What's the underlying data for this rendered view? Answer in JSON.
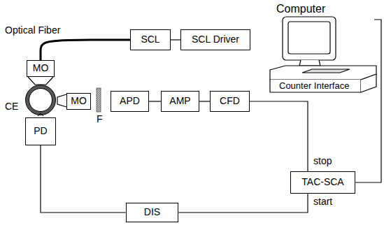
{
  "diagram": {
    "nodes": [
      {
        "text": [
          "Computer",
          "Counter Interface"
        ]
      },
      {
        "text": [
          "SCL"
        ]
      },
      {
        "text": [
          "SCL Driver"
        ]
      },
      {
        "text": [
          "MO"
        ]
      },
      {
        "text": [
          "MO"
        ]
      },
      {
        "text": [
          "APD"
        ]
      },
      {
        "text": [
          "AMP"
        ]
      },
      {
        "text": [
          "CFD"
        ]
      },
      {
        "text": [
          "PD"
        ]
      },
      {
        "text": [
          "TAC-SCA"
        ]
      },
      {
        "text": [
          "DIS"
        ]
      }
    ],
    "edges": [
      {
        "from": 1,
        "to": 2,
        "arrow": "none"
      },
      {
        "from": 1,
        "to": 3,
        "arrow": "none"
      },
      {
        "from": 5,
        "to": 6,
        "arrow": "none"
      },
      {
        "from": 6,
        "to": 7,
        "arrow": "none"
      },
      {
        "from": 7,
        "to": 9,
        "label": "stop",
        "arrow": "none"
      },
      {
        "from": 8,
        "to": 10,
        "arrow": "none"
      },
      {
        "from": 10,
        "to": 9,
        "label": "start",
        "arrow": "none"
      },
      {
        "from": 9,
        "to": 0,
        "arrow": "none"
      }
    ],
    "labels": [
      "Optical Fiber",
      "CE",
      "F"
    ]
  }
}
